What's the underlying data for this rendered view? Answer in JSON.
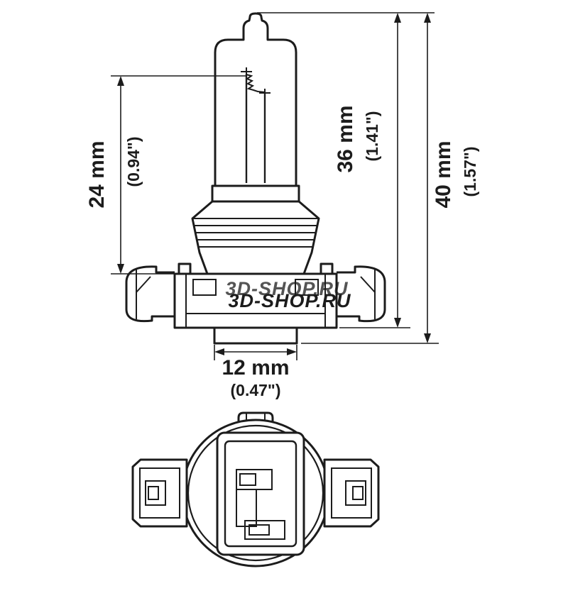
{
  "page": {
    "background": "#ffffff"
  },
  "colors": {
    "line": "#1c1c1c",
    "watermark_front": "#2e62cc",
    "watermark_back": "#9db9ec"
  },
  "side_view": {
    "dim_24": {
      "mm": "24 mm",
      "inch": "(0.94\")"
    },
    "dim_36": {
      "mm": "36 mm",
      "inch": "(1.41\")"
    },
    "dim_40": {
      "mm": "40 mm",
      "inch": "(1.57\")"
    },
    "dim_12": {
      "mm": "12 mm",
      "inch": "(0.47\")"
    }
  },
  "watermark": {
    "text": "3D-SHOP.RU"
  }
}
